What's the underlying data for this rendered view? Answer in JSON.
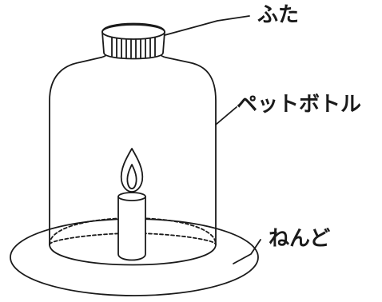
{
  "labels": {
    "lid": "ふた",
    "bottle": "ペットボトル",
    "clay": "ねんど"
  },
  "colors": {
    "line": "#1a1a1a",
    "background": "#ffffff"
  }
}
